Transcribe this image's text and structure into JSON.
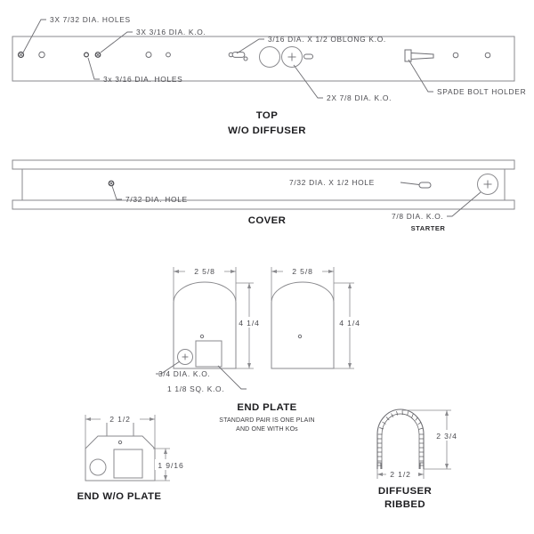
{
  "drawing": {
    "background_color": "#ffffff",
    "line_color": "#8a8a8e",
    "text_color": "#3a3a3e"
  },
  "views": {
    "top": {
      "title_line1": "TOP",
      "title_line2": "W/O DIFFUSER",
      "notes": {
        "holes_7_32": "3X 7/32 DIA. HOLES",
        "ko_3_16": "3X 3/16 DIA. K.O.",
        "holes_3_16": "3x 3/16 DIA. HOLES",
        "oblong_ko": "3/16 DIA. X 1/2 OBLONG K.O.",
        "ko_7_8": "2X 7/8 DIA. K.O.",
        "spade_bolt": "SPADE BOLT HOLDER"
      }
    },
    "cover": {
      "title": "COVER",
      "notes": {
        "hole_7_32": "7/32 DIA. HOLE",
        "hole_7_32_slot": "7/32 DIA. X 1/2 HOLE",
        "ko_7_8": "7/8 DIA. K.O.",
        "starter": "STARTER"
      }
    },
    "end_plate": {
      "title": "END PLATE",
      "subtitle_line1": "STANDARD PAIR IS ONE PLAIN",
      "subtitle_line2": "AND ONE WITH KOs",
      "dimensions": {
        "width_left": "2 5/8",
        "height_left": "4 1/4",
        "width_right": "2 5/8",
        "height_right": "4 1/4"
      },
      "notes": {
        "ko_3_4": "3/4 DIA. K.O.",
        "ko_sq": "1 1/8 SQ. K.O."
      }
    },
    "end_wo_plate": {
      "title_line1": "END W/O PLATE",
      "dimensions": {
        "width": "2 1/2",
        "height": "1 9/16"
      }
    },
    "diffuser": {
      "title_line1": "DIFFUSER",
      "title_line2": "RIBBED",
      "dimensions": {
        "height": "2 3/4",
        "width": "2 1/2"
      }
    }
  }
}
